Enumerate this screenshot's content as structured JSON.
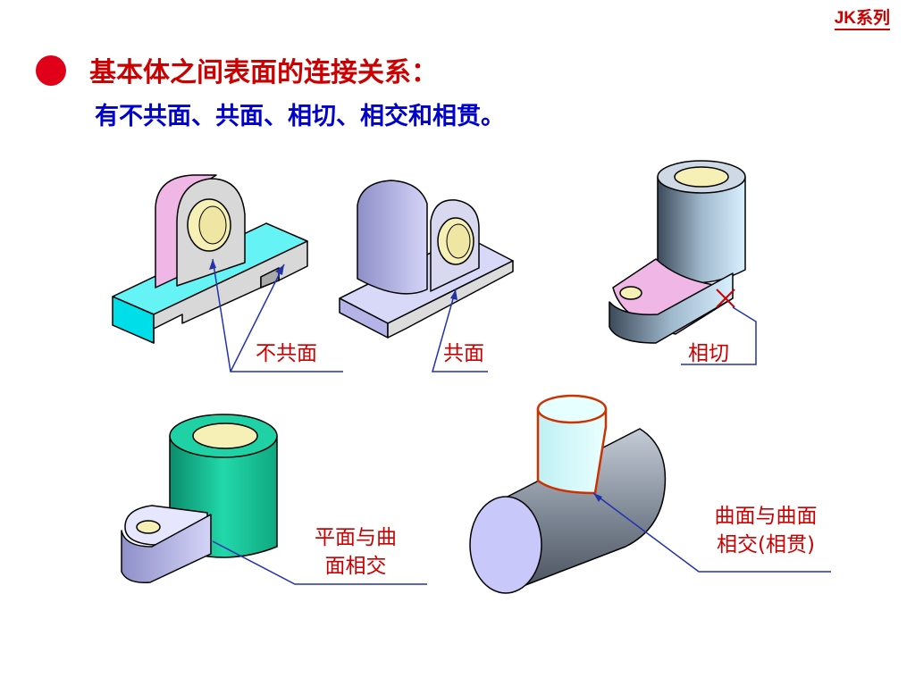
{
  "series_tag": "JK系列",
  "heading": "基本体之间表面的连接关系：",
  "subheading": "有不共面、共面、相切、相交和相贯。",
  "labels": {
    "not_coplanar": "不共面",
    "coplanar": "共面",
    "tangent": "相切",
    "plane_curve_line1": "平面与曲",
    "plane_curve_line2": "面相交",
    "curve_curve_line1": "曲面与曲面",
    "curve_curve_line2": "相交(相贯)"
  },
  "colors": {
    "title_red": "#cc0000",
    "subtitle_blue": "#0000cc",
    "leader_blue": "#2233aa",
    "cyan_base": "#00e5ee",
    "pink_face": "#f0b6e6",
    "lavender": "#c0c0f2",
    "teal": "#1fd1a4",
    "hole_cream": "#f6f0b6"
  }
}
